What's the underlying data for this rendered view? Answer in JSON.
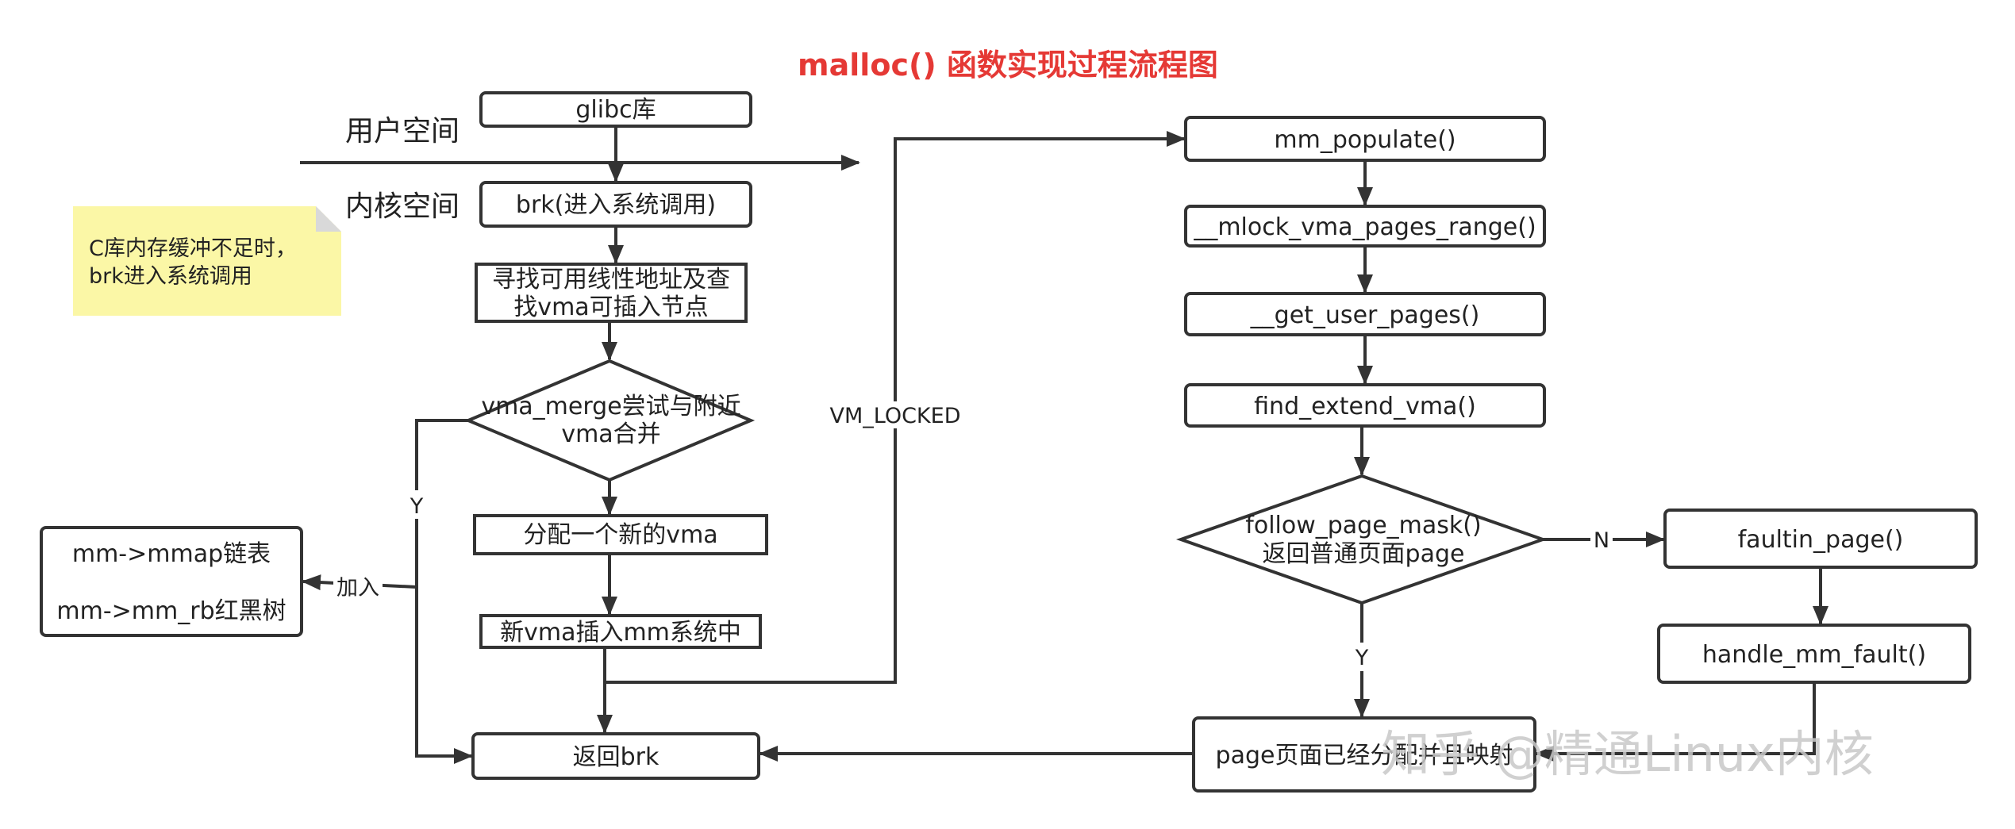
{
  "title": "malloc() 函数实现过程流程图",
  "zones": {
    "user_space": "用户空间",
    "kernel_space": "内核空间"
  },
  "note": {
    "line1": "C库内存缓冲不足时，",
    "line2": "brk进入系统调用",
    "color": "#fbf7a6"
  },
  "nodes": {
    "glibc": "glibc库",
    "brk_syscall": "brk(进入系统调用)",
    "find_addr_line1": "寻找可用线性地址及查",
    "find_addr_line2": "找vma可插入节点",
    "vma_merge_line1": "vma_merge尝试与附近",
    "vma_merge_line2": "vma合并",
    "alloc_vma": "分配一个新的vma",
    "insert_vma": "新vma插入mm系统中",
    "return_brk": "返回brk",
    "mm_struct_line1": "mm->mmap链表",
    "mm_struct_line2": "mm->mm_rb红黑树",
    "mm_populate": "mm_populate()",
    "mlock_vma": "__mlock_vma_pages_range()",
    "get_user_pages": "__get_user_pages()",
    "find_extend_vma": "find_extend_vma()",
    "follow_page_line1": "follow_page_mask()",
    "follow_page_line2": "返回普通页面page",
    "faultin_page": "faultin_page()",
    "handle_mm_fault": "handle_mm_fault()",
    "page_mapped": "page页面已经分配并且映射"
  },
  "edge_labels": {
    "yes_left": "Y",
    "join": "加入",
    "vm_locked": "VM_LOCKED",
    "no": "N",
    "yes_bottom": "Y"
  },
  "watermark": "知乎 @精通Linux内核",
  "colors": {
    "title": "#e53935",
    "stroke": "#333333",
    "watermark": "#c8c8c8"
  }
}
